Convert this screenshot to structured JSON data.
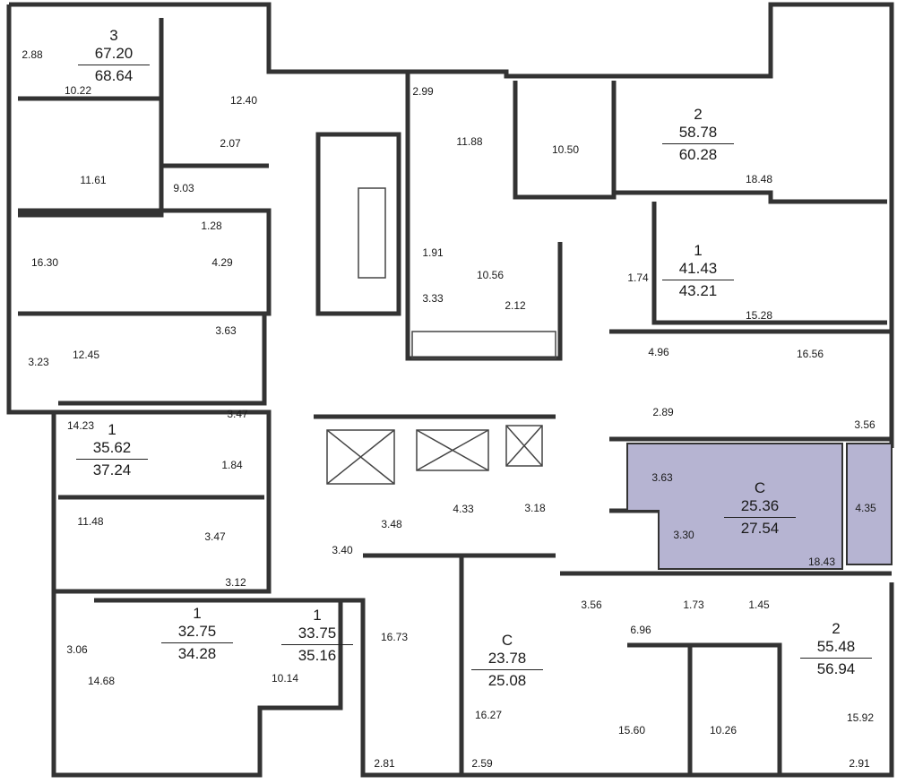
{
  "highlight_color": "#b6b4d2",
  "apartments": [
    {
      "type": "3",
      "living": "67.20",
      "total": "68.64"
    },
    {
      "type": "2",
      "living": "58.78",
      "total": "60.28"
    },
    {
      "type": "1",
      "living": "41.43",
      "total": "43.21"
    },
    {
      "type": "1",
      "living": "35.62",
      "total": "37.24"
    },
    {
      "type": "C",
      "living": "25.36",
      "total": "27.54"
    },
    {
      "type": "1",
      "living": "33.75",
      "total": "35.16"
    },
    {
      "type": "1",
      "living": "32.75",
      "total": "34.28"
    },
    {
      "type": "C",
      "living": "23.78",
      "total": "25.08"
    },
    {
      "type": "2",
      "living": "55.48",
      "total": "56.94"
    }
  ],
  "rooms": [
    "2.88",
    "10.22",
    "12.40",
    "2.07",
    "11.61",
    "9.03",
    "1.28",
    "16.30",
    "4.29",
    "3.63",
    "3.23",
    "12.45",
    "3.47",
    "14.23",
    "1.84",
    "11.48",
    "3.47",
    "3.12",
    "3.06",
    "14.68",
    "10.14",
    "3.40",
    "3.48",
    "4.33",
    "3.18",
    "16.73",
    "16.27",
    "2.81",
    "2.59",
    "2.99",
    "11.88",
    "10.50",
    "1.91",
    "3.33",
    "10.56",
    "2.12",
    "18.48",
    "1.74",
    "15.28",
    "4.96",
    "16.56",
    "2.89",
    "3.56",
    "3.63",
    "3.30",
    "4.35",
    "18.43",
    "3.56",
    "1.73",
    "1.45",
    "6.96",
    "15.60",
    "10.26",
    "15.92",
    "2.91"
  ]
}
